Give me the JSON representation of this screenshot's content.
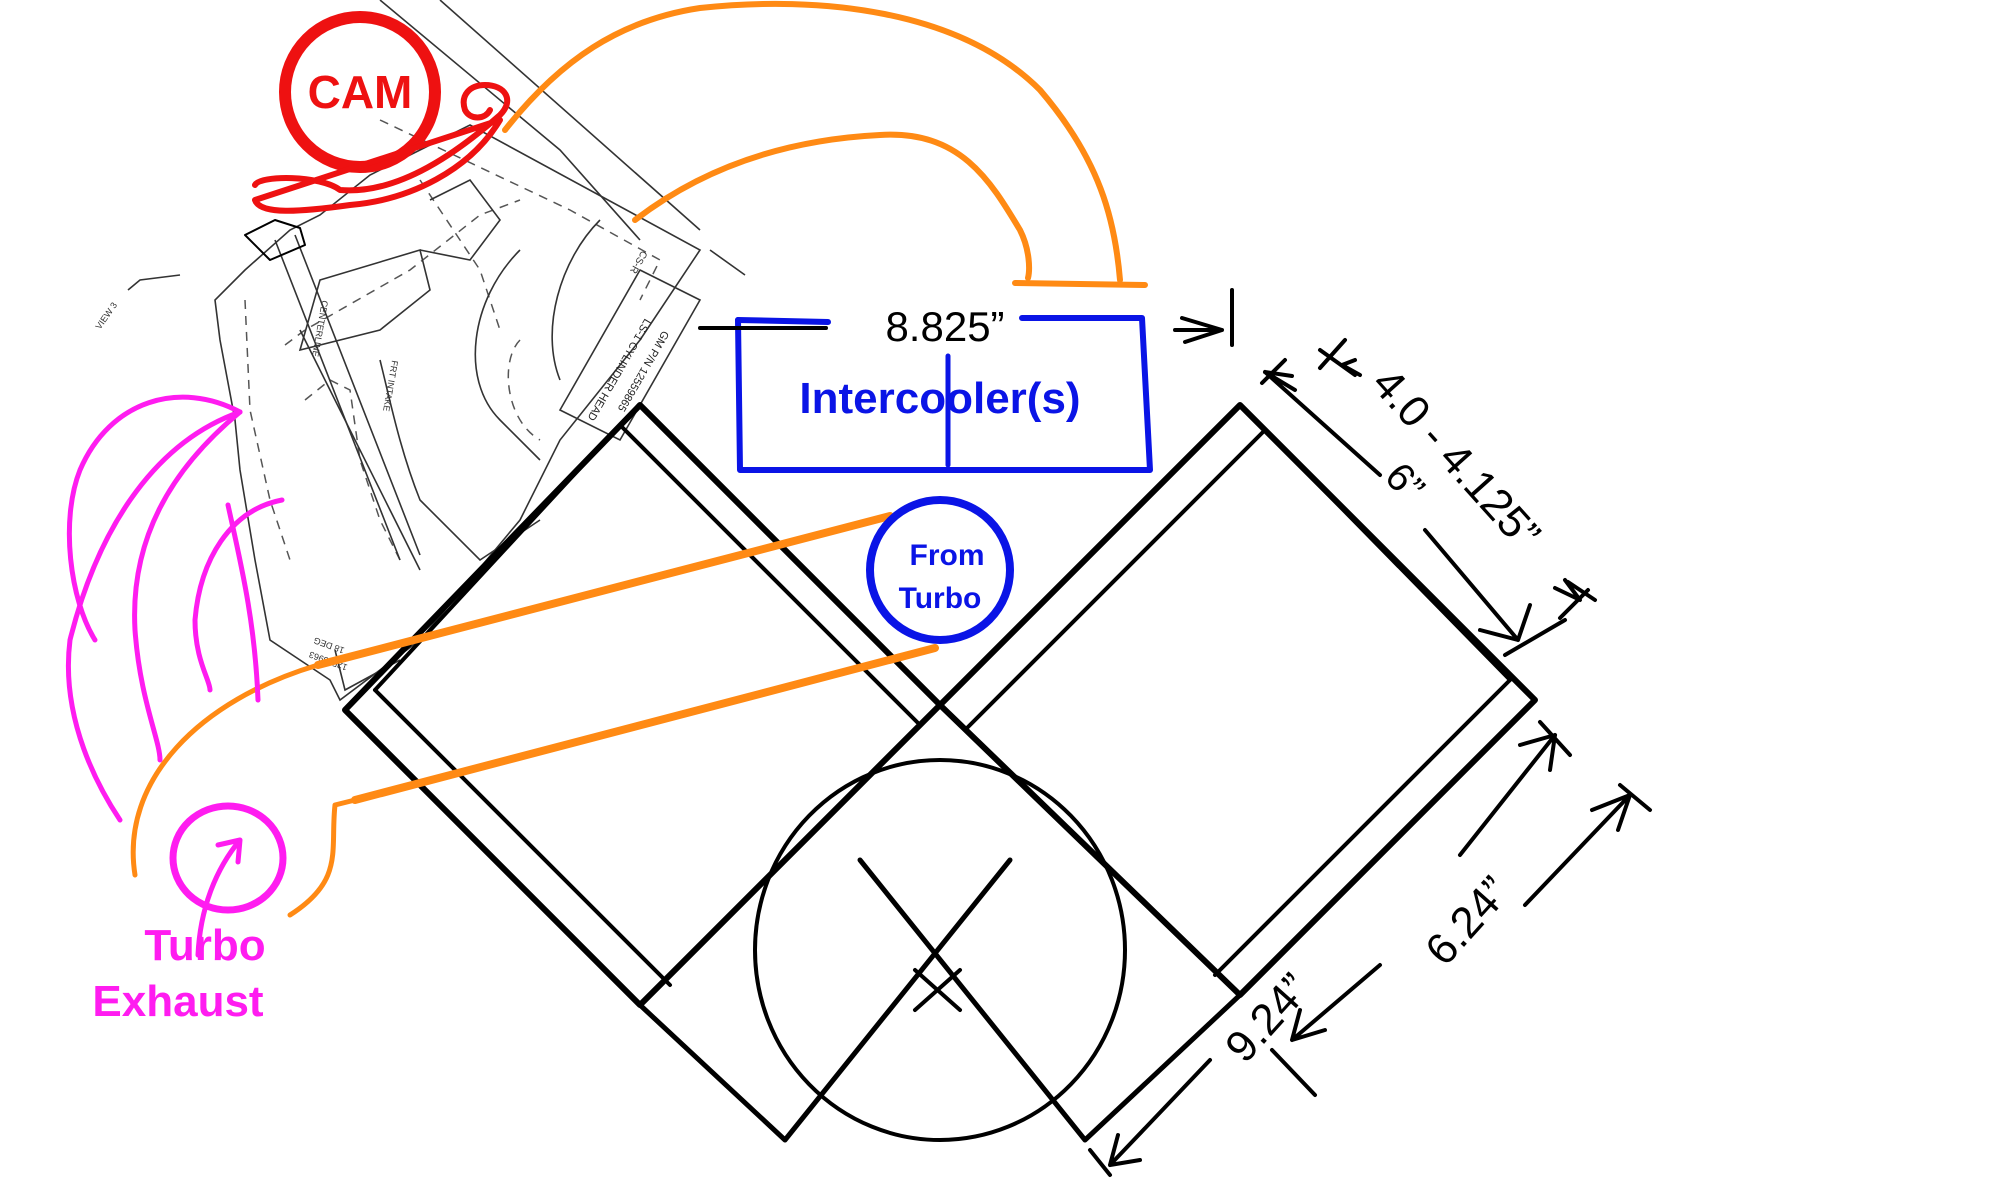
{
  "diagram": {
    "title": "Turbo / intercooler packaging sketch over LS cylinder head cross-section",
    "labels": {
      "cam": "CAM",
      "intercooler": "Intercooler(s)",
      "from_turbo_line1": "From",
      "from_turbo_line2": "Turbo",
      "turbo_exhaust_line1": "Turbo",
      "turbo_exhaust_line2": "Exhaust",
      "head_label_line1": "LS-1 CYLINDER HEAD",
      "head_label_line2": "GM P/N 12559865",
      "head_small_1": "18 DEG",
      "head_small_2": "12563963",
      "head_small_3": "CS-R",
      "head_small_4": "FRT INTAKE",
      "head_small_5": "CENTERLINE",
      "head_small_6": "VIEW 3"
    },
    "dimensions": {
      "intercooler_width": "8.825”",
      "bank_offset": "4.0 - 4.125”",
      "deck_width": "6”",
      "block_height_outer": "9.24”",
      "block_height_inner": "6.24”"
    },
    "colors": {
      "cam": "#ee1111",
      "intercooler": "#0a14e6",
      "charge_pipe": "#ff8a14",
      "exhaust": "#ff1cf0",
      "engine_outline": "#000000"
    }
  }
}
